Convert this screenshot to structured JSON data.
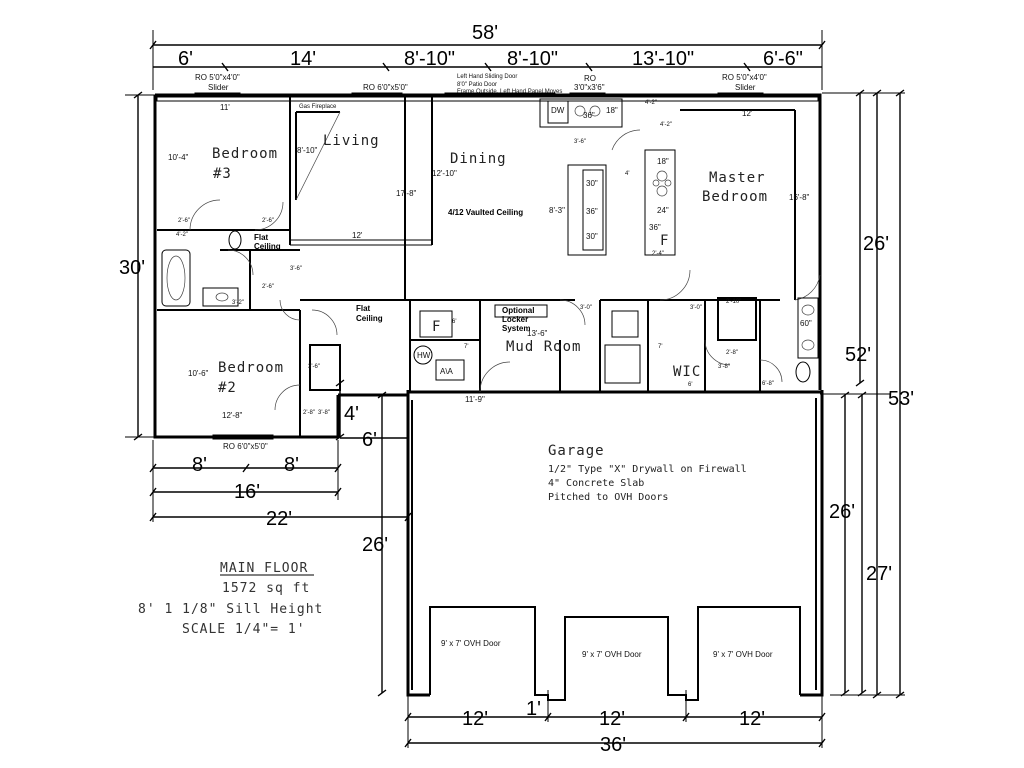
{
  "overall": {
    "top": "58'",
    "top_segments": [
      "6'",
      "14'",
      "8'-10\"",
      "8'-10\"",
      "13'-10\"",
      "6'-6\""
    ],
    "left": "30'",
    "right": [
      "26'",
      "52'",
      "53'",
      "26'",
      "27'"
    ],
    "bottom_left": [
      "8'",
      "8'",
      "16'",
      "22'"
    ],
    "small_left": [
      "4'",
      "6'",
      "26'"
    ],
    "garage_bottom": [
      "12'",
      "1'",
      "12'",
      "12'",
      "36'"
    ]
  },
  "windows": {
    "top_left": [
      "RO 5'0\"x4'0\"",
      "Slider"
    ],
    "top_living": "RO 6'0\"x5'0\"",
    "top_dining": [
      "Left Hand Sliding Door",
      "8'0\" Patio Door",
      "Frame Outside, Left Hand Panel Moves"
    ],
    "top_kitchen": [
      "RO",
      "3'0\"x3'6\""
    ],
    "top_right": [
      "RO 5'0\"x4'0\"",
      "Slider"
    ],
    "bottom_bed2": "RO 6'0\"x5'0\""
  },
  "rooms": {
    "bedroom3": [
      "Bedroom",
      "#3"
    ],
    "living": "Living",
    "dining": "Dining",
    "master": [
      "Master",
      "Bedroom"
    ],
    "bedroom2": [
      "Bedroom",
      "#2"
    ],
    "mud": "Mud Room",
    "wic": "WIC",
    "garage": "Garage"
  },
  "notes": {
    "vaulted": "4/12 Vaulted Ceiling",
    "flat1": [
      "Flat",
      "Ceiling"
    ],
    "flat2": [
      "Flat",
      "Ceiling"
    ],
    "locker": [
      "Optional",
      "Locker",
      "System"
    ],
    "gas_fireplace": "Gas Fireplace",
    "garage": [
      "1/2\" Type \"X\" Drywall on Firewall",
      "4\" Concrete Slab",
      "Pitched to OVH Doors"
    ]
  },
  "appliances": {
    "dw": "DW",
    "f1": "F",
    "f2": "F",
    "hw": "HW",
    "ac": "A\\A",
    "v36": "36\"",
    "v18a": "18\"",
    "v18b": "18\"",
    "v30a": "30\"",
    "v36b": "36\"",
    "v30b": "30\"",
    "v24": "24\"",
    "v36c": "36\"",
    "v60": "60\""
  },
  "room_dims": {
    "b3_w": "11'",
    "b3_h": "10'-4\"",
    "living_h": "8'-10\"",
    "living_v": "17'-8\"",
    "living_w": "12'",
    "dining_h": "12'-10\"",
    "island": "8'-3\"",
    "master_w": "12'",
    "master_h": "16'-8\"",
    "b2_h": "10'-6\"",
    "b2_w": "12'-8\"",
    "mud_w": "11'-9\"",
    "mud_l": "13'-6\"",
    "k1": "4'-2\"",
    "k2": "4'-2\"",
    "k3": "3'-6\"",
    "k4": "2'-4\"",
    "k5": "4'",
    "b1": "2'-6\"",
    "b2": "2'-6\"",
    "b3": "4'-2\"",
    "b4": "2'-6\"",
    "b5": "3'-2\"",
    "b6": "3'-6\"",
    "b7": "3'-6\"",
    "b8": "2'-8\"",
    "b9": "3'-8\"",
    "b10": "2'-10\"",
    "b11": "2'-8\"",
    "b12": "3'-8\"",
    "b13": "6'-8\"",
    "b14": "3'-0\"",
    "b15": "3'-0\"",
    "b16": "6'",
    "b17": "7'",
    "b18": "7'",
    "b19": "6'"
  },
  "garage_doors": [
    "9' x 7' OVH Door",
    "9' x 7' OVH Door",
    "9' x 7' OVH Door"
  ],
  "title_block": {
    "title": "MAIN FLOOR",
    "area": "1572 sq ft",
    "sill": "8' 1 1/8\" Sill Height",
    "scale": "SCALE 1/4\"= 1'"
  }
}
